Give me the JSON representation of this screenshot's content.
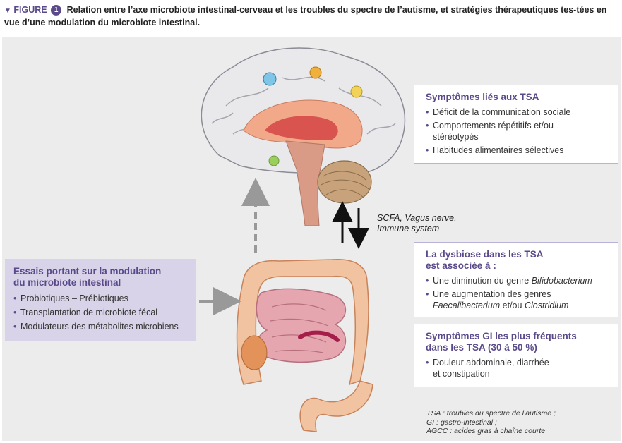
{
  "caption": {
    "label": "FIGURE",
    "number": "1",
    "text": "Relation entre l’axe microbiote intestinal-cerveau et les troubles du spectre de l’autisme, et stratégies thérapeutiques tes-tées en vue d’une modulation du microbiote intestinal."
  },
  "symptoms_box": {
    "title": "Symptômes liés aux TSA",
    "items": [
      "Déficit de la communication sociale",
      "Comportements répétitifs et/ou stéréotypés",
      "Habitudes alimentaires sélectives"
    ]
  },
  "pathway_label": {
    "line1": "SCFA, Vagus nerve,",
    "line2": "Immune system"
  },
  "dysbiosis_box": {
    "title_line1": "La dysbiose dans les TSA",
    "title_line2": "est associée à :",
    "item1_prefix": "Une diminution du genre ",
    "item1_genus": "Bifidobacterium",
    "item2_prefix": "Une augmentation des genres",
    "item2_genus1": "Faecalibacterium",
    "item2_join": " et/ou ",
    "item2_genus2": "Clostridium"
  },
  "gi_box": {
    "title_line1": "Symptômes GI les plus fréquents",
    "title_line2": "dans les TSA (30 à 50 %)",
    "item_line1": "Douleur abdominale, diarrhée",
    "item_line2": "et constipation"
  },
  "trials_box": {
    "title_line1": "Essais portant sur la modulation",
    "title_line2": "du microbiote intestinal",
    "items": [
      "Probiotiques – Prébiotiques",
      "Transplantation de microbiote fécal",
      "Modulateurs des métabolites microbiens"
    ]
  },
  "footnote": {
    "line1": "TSA : troubles du spectre de l’autisme ;",
    "line2": "GI : gastro-intestinal ;",
    "line3": "AGCC : acides gras à chaîne courte"
  },
  "colors": {
    "accent": "#5a4a8a",
    "box_border": "#b9b1d6",
    "left_box_bg": "#d8d3e8",
    "panel_bg": "#ececec",
    "colon": "#f2c3a0",
    "small_intestine": "#e6a6b0"
  }
}
